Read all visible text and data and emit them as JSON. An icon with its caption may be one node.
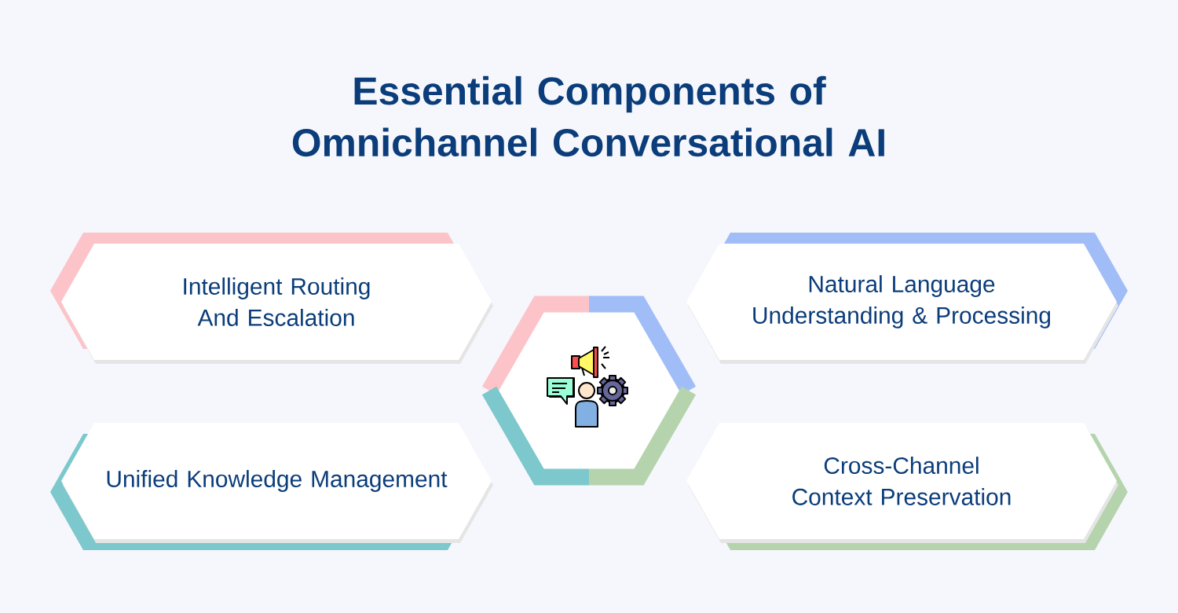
{
  "diagram": {
    "title": "Essential Components of Omnichannel Conversational AI",
    "nodes": [
      {
        "text": [
          "Intelligent Routing And Escalation"
        ]
      },
      {
        "text": [
          "Natural Language Understanding & Processing"
        ]
      },
      {
        "text": [],
        "shape": "hexagon"
      },
      {
        "text": [
          "Unified Knowledge Management"
        ]
      },
      {
        "text": [
          "Cross-Channel Context Preservation"
        ]
      }
    ]
  }
}
